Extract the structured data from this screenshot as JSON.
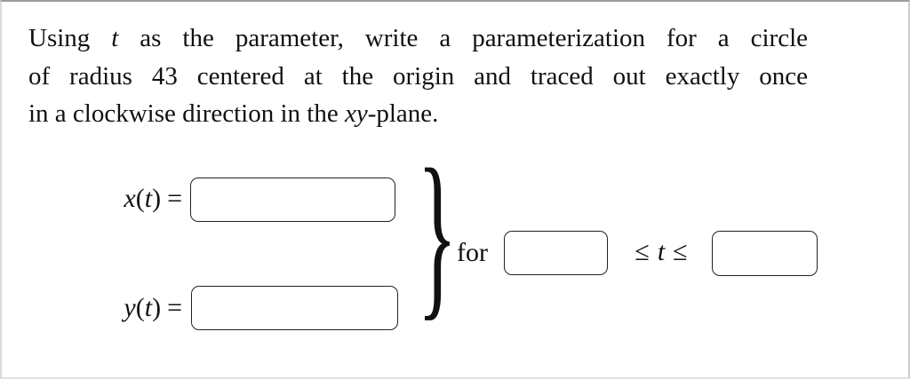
{
  "question": {
    "line1": {
      "pre": "Using ",
      "var": "t",
      "post": " as the parameter, write a parameterization for a circle"
    },
    "line2": "of radius 43 centered at the origin and traced out exactly once",
    "line3": {
      "pre": "in a clockwise direction in the ",
      "var": "xy",
      "post": "-plane."
    }
  },
  "equations": {
    "x_label": {
      "variable": "x",
      "open": "(",
      "parameter": "t",
      "close": ")",
      "equals": "="
    },
    "y_label": {
      "variable": "y",
      "open": "(",
      "parameter": "t",
      "close": ")",
      "equals": "="
    },
    "brace": "}"
  },
  "range": {
    "for_label": "for",
    "leq_left": "≤",
    "parameter": "t",
    "leq_right": "≤"
  },
  "inputs": {
    "x_of_t": {
      "value": ""
    },
    "y_of_t": {
      "value": ""
    },
    "t_min": {
      "value": ""
    },
    "t_max": {
      "value": ""
    }
  },
  "colors": {
    "text": "#111111",
    "input_border": "#222222",
    "panel_background": "#ffffff",
    "panel_border_top": "#9c9c9c",
    "panel_border_side": "#d6d6d6"
  }
}
